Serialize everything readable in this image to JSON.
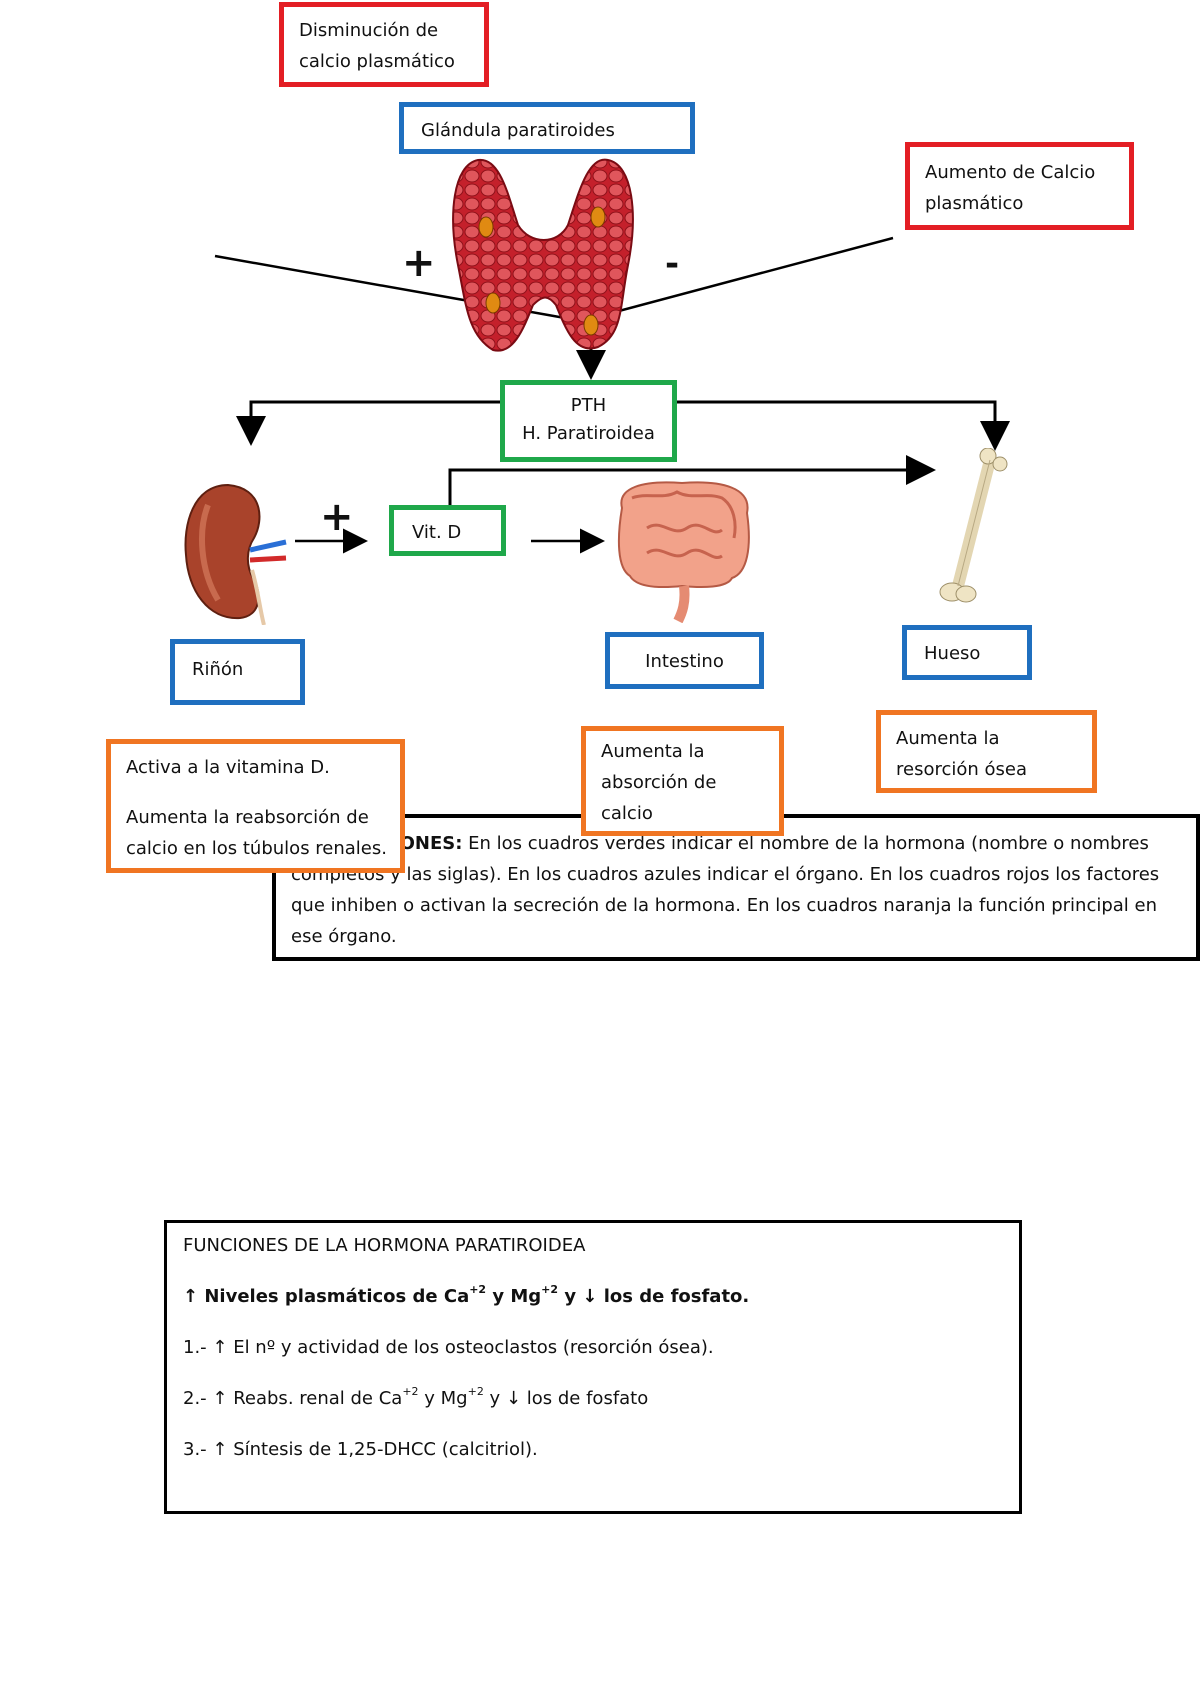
{
  "factors": {
    "decrease": [
      "Disminución de",
      "calcio plasmático"
    ],
    "increase": [
      "Aumento de Calcio",
      "plasmático"
    ]
  },
  "gland": {
    "label": "Glándula paratiroides"
  },
  "signs": {
    "plus": "+",
    "minus": "-",
    "plus_vitd": "+"
  },
  "hormone": {
    "line1": "PTH",
    "line2": "H. Paratiroidea"
  },
  "vitd": {
    "label": "Vit. D"
  },
  "organs": {
    "kidney": "Riñón",
    "intestine": "Intestino",
    "bone": "Hueso"
  },
  "functions": {
    "kidney_p1": "Activa a la vitamina D.",
    "kidney_p2a": "Aumenta la reabsorción de",
    "kidney_p2b": "calcio en los túbulos renales.",
    "intestine": [
      "Aumenta la",
      "absorción de",
      "calcio"
    ],
    "bone": [
      "Aumenta la",
      "resorción ósea"
    ]
  },
  "instructions": {
    "bold_part": "INSTRUCCIONES:",
    "text": " En los cuadros verdes indicar el nombre de la hormona (nombre o nombres completos y las siglas). En los cuadros azules indicar el órgano. En los cuadros rojos los factores que inhiben o activan la secreción de la hormona. En los cuadros naranja la función principal en ese órgano."
  },
  "summary": {
    "title": "FUNCIONES DE LA HORMONA PARATIROIDEA",
    "line0": {
      "arrow": "↑",
      "a": " Niveles plasmáticos de Ca",
      "sup1": "+2",
      "b": " y Mg",
      "sup2": "+2",
      "c": " y ",
      "arrow2": "↓",
      "d": " los de fosfato."
    },
    "line1": {
      "prefix": "1.- ",
      "arrow": "↑",
      "text": " El nº y actividad de los osteoclastos (resorción ósea)."
    },
    "line2": {
      "prefix": "2.- ",
      "arrow": "↑",
      "a": " Reabs. renal de Ca",
      "sup1": "+2",
      "b": " y Mg",
      "sup2": "+2",
      "c": " y ",
      "arrow2": "↓",
      "d": " los de fosfato"
    },
    "line3": {
      "prefix": "3.- ",
      "arrow": "↑",
      "text": " Síntesis de 1,25-DHCC (calcitriol)."
    }
  },
  "colors": {
    "red": "#e31e24",
    "blue": "#1f6fbf",
    "green": "#1fa84a",
    "orange": "#f07522"
  },
  "icons": [
    "parathyroid-gland-illustration",
    "kidney-illustration",
    "intestine-illustration",
    "femur-bone-illustration"
  ]
}
